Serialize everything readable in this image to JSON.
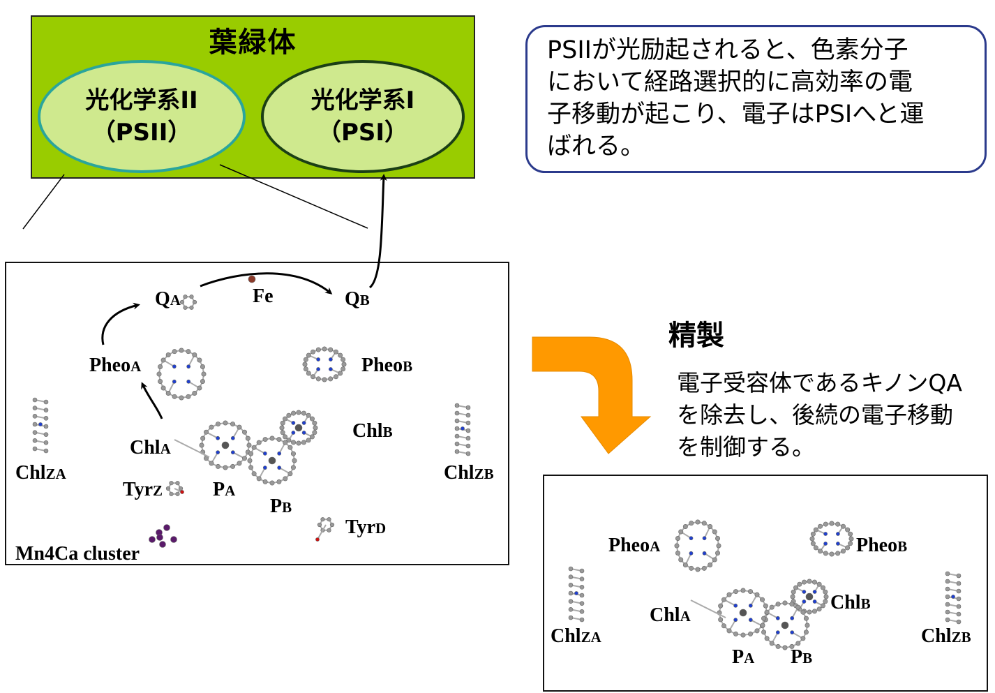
{
  "chloroplast": {
    "title": "葉緑体",
    "psii": {
      "line1": "光化学系II",
      "line2": "（PSII）"
    },
    "psi": {
      "line1": "光化学系I",
      "line2": "（PSI）"
    }
  },
  "callout": {
    "lines": [
      "PSIIが光励起されると、色素分子",
      "において経路選択的に高効率の電",
      "子移動が起こり、電子はPSIへと運",
      "ばれる。"
    ]
  },
  "box1_labels": {
    "qa": {
      "main": "Q",
      "sub": "A"
    },
    "fe": "Fe",
    "qb": {
      "main": "Q",
      "sub": "B"
    },
    "pheoa": {
      "main": "Pheo",
      "sub": "A"
    },
    "pheob": {
      "main": "Pheo",
      "sub": "B"
    },
    "chlb": {
      "main": "Chl",
      "sub": "B"
    },
    "chla": {
      "main": "Chl",
      "sub": "A"
    },
    "chlza": {
      "main": "Chl",
      "sub": "ZA"
    },
    "chlzb": {
      "main": "Chl",
      "sub": "ZB"
    },
    "tyrz": {
      "main": "Tyr",
      "sub": "Z"
    },
    "pa": {
      "main": "P",
      "sub": "A"
    },
    "pb": {
      "main": "P",
      "sub": "B"
    },
    "tyrd": {
      "main": "Tyr",
      "sub": "D"
    },
    "mn": "Mn4Ca cluster"
  },
  "refine": {
    "heading": "精製",
    "lines": [
      "電子受容体であるキノンQA",
      "を除去し、後続の電子移動",
      "を制御する。"
    ]
  },
  "box2_labels": {
    "pheoa": {
      "main": "Pheo",
      "sub": "A"
    },
    "pheob": {
      "main": "Pheo",
      "sub": "B"
    },
    "chla": {
      "main": "Chl",
      "sub": "A"
    },
    "chlb": {
      "main": "Chl",
      "sub": "B"
    },
    "chlza": {
      "main": "Chl",
      "sub": "ZA"
    },
    "chlzb": {
      "main": "Chl",
      "sub": "ZB"
    },
    "pa": {
      "main": "P",
      "sub": "A"
    },
    "pb": {
      "main": "P",
      "sub": "B"
    }
  },
  "colors": {
    "chloroplast": "#99cc00",
    "psii_border": "#2aa59c",
    "psi_border": "#1b3f15",
    "callout_border": "#2b3a8c",
    "refine_arrow": "#ff9900",
    "atom_carbon": "#999999",
    "atom_nitrogen": "#1f3fcf",
    "atom_mg": "#555555",
    "atom_oxygen": "#d01010",
    "atom_mn": "#5a1a6a",
    "atom_fe": "#8b3a2a"
  }
}
